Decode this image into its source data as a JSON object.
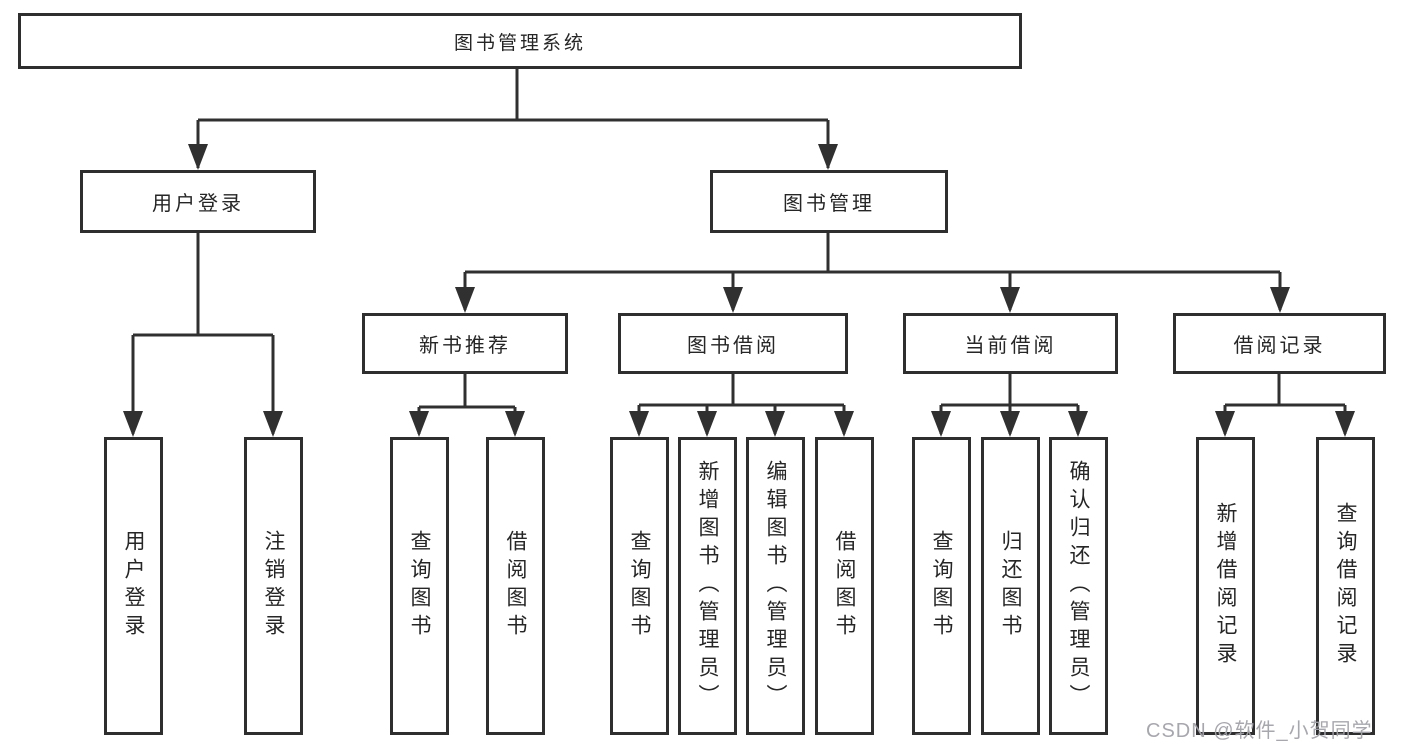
{
  "title": "图书管理系统",
  "nodes": {
    "root": "图书管理系统",
    "user_login": "用户登录",
    "book_mgmt": "图书管理",
    "new_book_rec": "新书推荐",
    "book_borrow": "图书借阅",
    "current_borrow": "当前借阅",
    "borrow_record": "借阅记录",
    "login": "用户登录",
    "logout": "注销登录",
    "rec_query_book": "查询图书",
    "rec_borrow_book": "借阅图书",
    "bor_query_book": "查询图书",
    "bor_add_book": "新增图书（管理员）",
    "bor_edit_book": "编辑图书（管理员）",
    "bor_borrow_book": "借阅图书",
    "cur_query_book": "查询图书",
    "cur_return_book": "归还图书",
    "cur_confirm_return": "确认归还（管理员）",
    "rec2_add_record": "新增借阅记录",
    "rec2_query_record": "查询借阅记录"
  },
  "watermark": "CSDN @软件_小贺同学",
  "colors": {
    "line": "#303030",
    "box_border": "#2e2e2e",
    "text": "#262626",
    "watermark": "#a2a2aa",
    "background": "#ffffff"
  }
}
